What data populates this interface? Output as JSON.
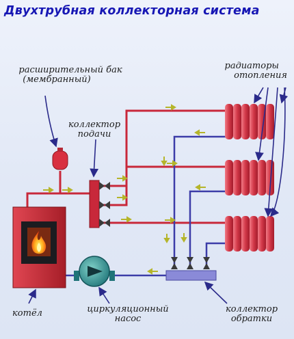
{
  "title": "Двухтрубная коллекторная система",
  "labels": {
    "expansion_tank_line1": "расширительный бак",
    "expansion_tank_line2": "(мембранный)",
    "supply_manifold_line1": "коллектор",
    "supply_manifold_line2": "подачи",
    "radiators_line1": "радиаторы",
    "radiators_line2": "отопления",
    "boiler": "котёл",
    "pump_line1": "циркуляционный",
    "pump_line2": "насос",
    "return_manifold_line1": "коллектор",
    "return_manifold_line2": "обратки"
  },
  "colors": {
    "title": "#1717b4",
    "supply_pipe": "#c8283a",
    "return_pipe": "#3c3ca8",
    "flow_arrow": "#b5b52a",
    "radiator": "#d23848",
    "boiler_body": "#c62e36",
    "pump": "#2a8c8e",
    "manifold_supply": "#c8283a",
    "manifold_return": "#8a8ad8"
  },
  "icons": [
    "flame-icon",
    "pump-arrow-icon",
    "valve-icon",
    "flow-arrow-icon",
    "pointer-arrow-icon"
  ]
}
